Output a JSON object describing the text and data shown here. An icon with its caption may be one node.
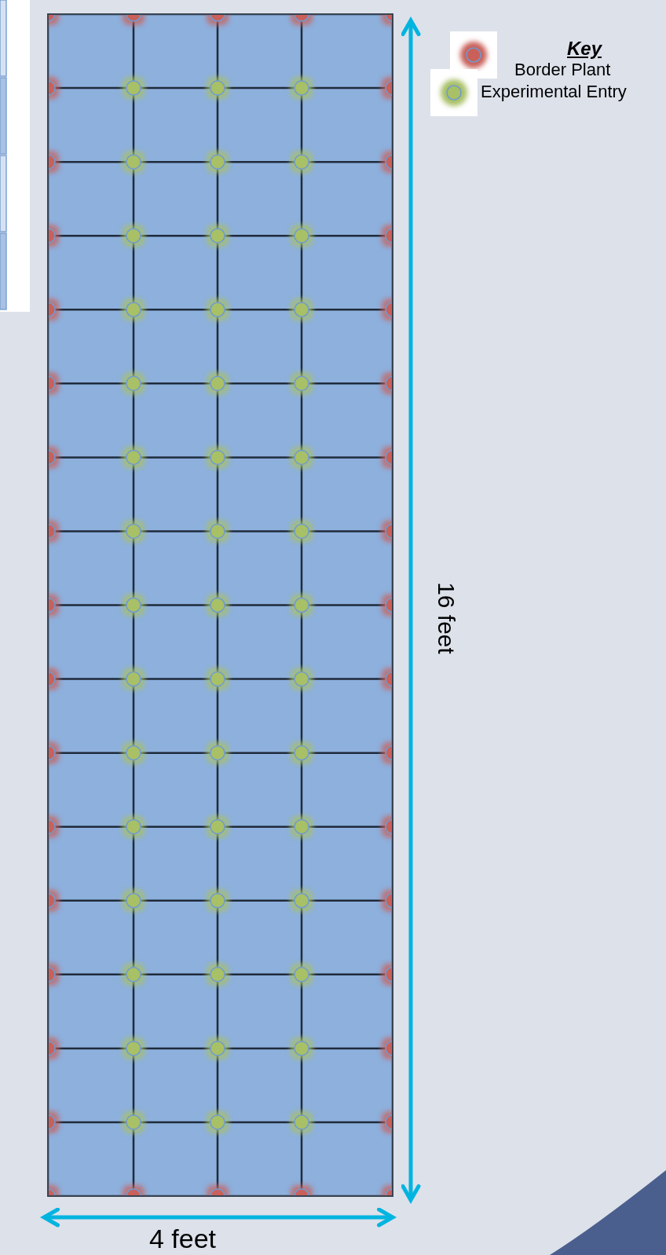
{
  "diagram": {
    "labels": [
      "Key",
      "16 feet",
      "4 feet"
    ],
    "legend": [
      {
        "text": "Border Plant",
        "color": "#c9605a"
      },
      {
        "text": "Experimental Entry",
        "color": "#a8c066"
      }
    ]
  }
}
